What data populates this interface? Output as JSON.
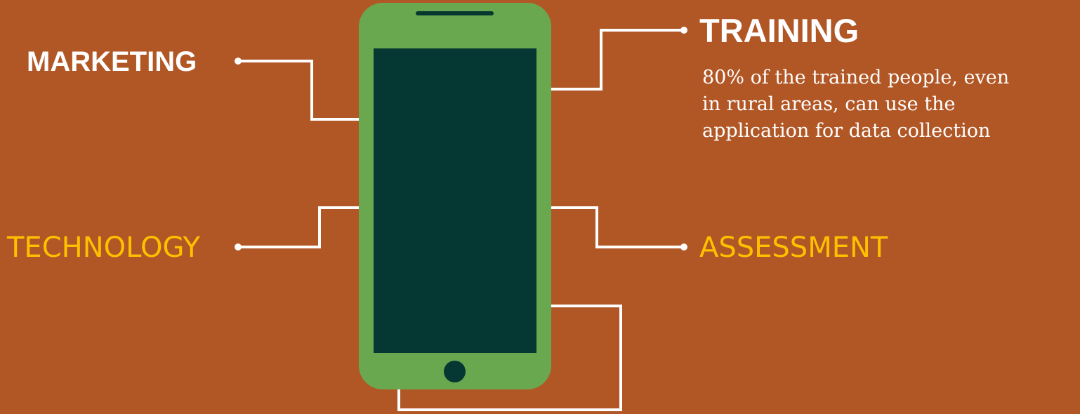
{
  "labels": {
    "marketing": "MARKETING",
    "training": "TRAINING",
    "technology": "TECHNOLOGY",
    "assessment": "ASSESSMENT"
  },
  "training_description": [
    "80% of the trained people, even",
    "in rural areas, can use the",
    "application for data collection"
  ],
  "colors": {
    "background": "#B15726",
    "phone_body": "#6AA84F",
    "phone_screen": "#053832",
    "connector": "#FFFFFF",
    "bold_label": "#FFFFFF",
    "accent_label": "#FFC000"
  },
  "icons": {
    "phone": "smartphone-icon",
    "connector_dot": "connector-dot-icon"
  }
}
